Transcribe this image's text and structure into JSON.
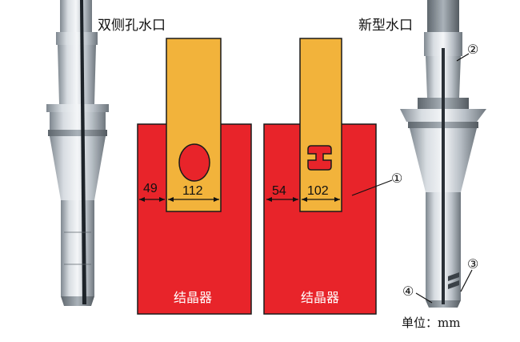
{
  "left": {
    "title": "双侧孔水口",
    "gap_value": "49",
    "width_value": "112",
    "mold_label": "结晶器"
  },
  "right": {
    "title": "新型水口",
    "gap_value": "54",
    "width_value": "102",
    "mold_label": "结晶器"
  },
  "markers": {
    "m1": "①",
    "m2": "②",
    "m3": "③",
    "m4": "④"
  },
  "unit_note": "单位：mm",
  "colors": {
    "mold": "#e8242a",
    "nozzle": "#f2b33b",
    "outline": "#1a1a1a"
  }
}
